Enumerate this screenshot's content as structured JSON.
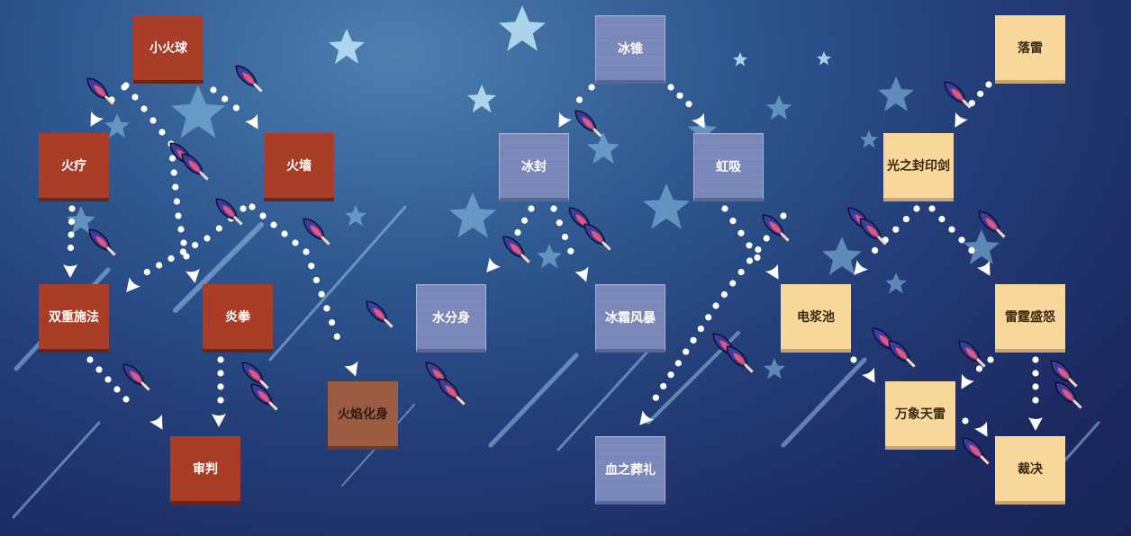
{
  "skill_tree": {
    "fire": {
      "fireball": "小火球",
      "fire_heal": "火疗",
      "fire_wall": "火墙",
      "double_cast": "双重施法",
      "flame_fist": "炎拳",
      "flame_avatar": "火焰化身",
      "judgment": "审判"
    },
    "ice": {
      "ice_cone": "冰锥",
      "ice_seal": "冰封",
      "rainbow_drain": "虹吸",
      "water_clone": "水分身",
      "frost_storm": "冰霜风暴",
      "blood_funeral": "血之葬礼"
    },
    "thunder": {
      "falling_thunder": "落雷",
      "light_seal_sword": "光之封印剑",
      "plasma_pool": "电浆池",
      "thunder_fury": "雷霆盛怒",
      "myriad_thunder": "万象天雷",
      "verdict": "裁决"
    }
  },
  "colors": {
    "fire": "#a93d27",
    "fire_alt": "#9b5c42",
    "ice": "#7b87b8",
    "thunder": "#f7d79a",
    "background": "#243f7a"
  },
  "icons": {
    "feather": "feather-quill-icon",
    "arrow": "arrow-triangle-icon",
    "star": "star-icon"
  }
}
